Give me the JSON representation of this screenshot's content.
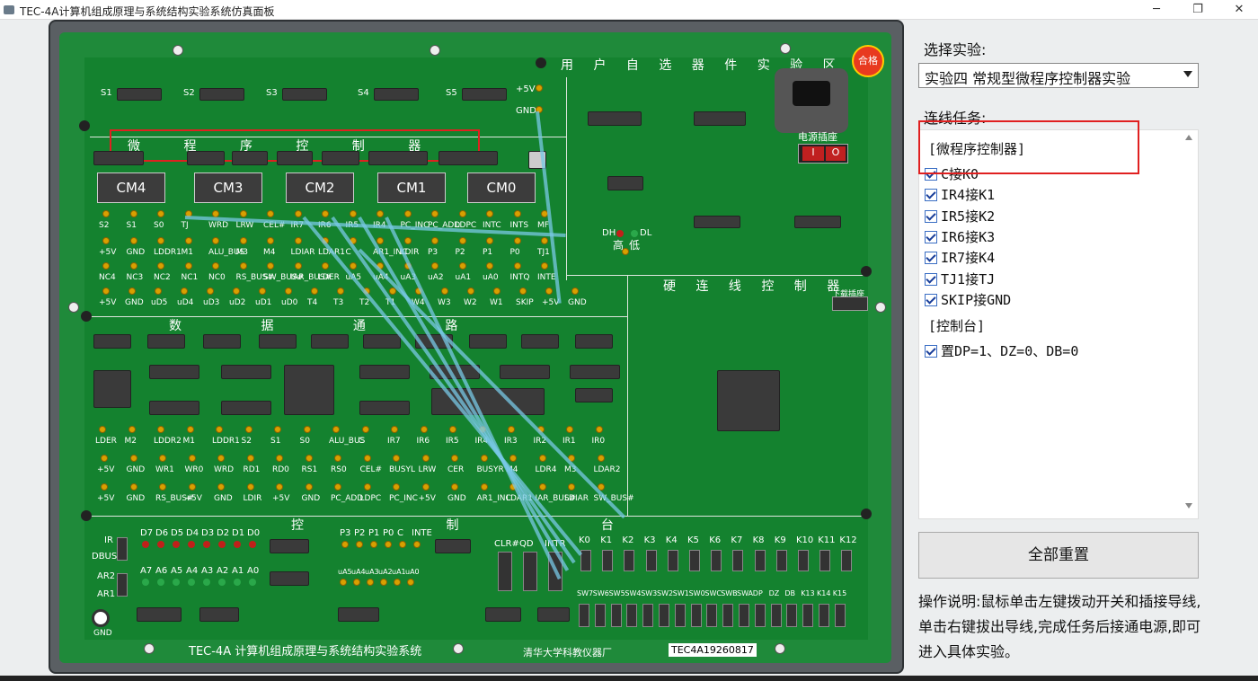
{
  "window": {
    "title": "TEC-4A计算机组成原理与系统结构实验系统仿真面板",
    "min": "─",
    "max": "❐",
    "close": "✕"
  },
  "board": {
    "sections": {
      "micro": "微 程 序 控 制 器",
      "datapath": "数 据 通 路",
      "control": "控 制 台",
      "hardwire": "硬 连 线 控 制 器",
      "user": "用 户 自 选 器 件 实 验 区"
    },
    "cm": [
      "CM4",
      "CM3",
      "CM2",
      "CM1",
      "CM0"
    ],
    "s_labels": [
      "S1",
      "S2",
      "S3",
      "S4",
      "S5"
    ],
    "row1": [
      "S2",
      "S1",
      "S0",
      "TJ",
      "WRD",
      "LRW",
      "CEL#",
      "IR7",
      "IR6",
      "IR5",
      "IR4",
      "PC_INC",
      "PC_ADD",
      "LDPC",
      "INTC",
      "INTS",
      "MF"
    ],
    "row2": [
      "+5V",
      "GND",
      "LDDR1",
      "M1",
      "ALU_BUS",
      "M3",
      "M4",
      "LDIAR",
      "LDAR1",
      "C",
      "AR1_INC",
      "LDIR",
      "P3",
      "P2",
      "P1",
      "P0",
      "TJ1"
    ],
    "row3": [
      "NC4",
      "NC3",
      "NC2",
      "NC1",
      "NC0",
      "RS_BUS#",
      "SW_BUS#",
      "IAR_BUS#",
      "LDER",
      "uA5",
      "uA4",
      "uA3",
      "uA2",
      "uA1",
      "uA0",
      "INTQ",
      "INTE"
    ],
    "row4": [
      "+5V",
      "GND",
      "uD5",
      "uD4",
      "uD3",
      "uD2",
      "uD1",
      "uD0",
      "T4",
      "T3",
      "T2",
      "T1",
      "W4",
      "W3",
      "W2",
      "W1",
      "SKIP",
      "+5V",
      "GND"
    ],
    "dp1": [
      "LDER",
      "M2",
      "LDDR2",
      "M1",
      "LDDR1",
      "S2",
      "S1",
      "S0",
      "ALU_BUS",
      "C",
      "IR7",
      "IR6",
      "IR5",
      "IR4",
      "IR3",
      "IR2",
      "IR1",
      "IR0"
    ],
    "dp2": [
      "+5V",
      "GND",
      "WR1",
      "WR0",
      "WRD",
      "RD1",
      "RD0",
      "RS1",
      "RS0",
      "CEL#",
      "BUSYL",
      "LRW",
      "CER",
      "BUSYR",
      "M4",
      "LDR4",
      "M3",
      "LDAR2"
    ],
    "dp3": [
      "+5V",
      "GND",
      "RS_BUS#",
      "+5V",
      "GND",
      "LDIR",
      "+5V",
      "GND",
      "PC_ADD",
      "LDPC",
      "PC_INC",
      "+5V",
      "GND",
      "AR1_INC",
      "LDAR1",
      "IAR_BUS#",
      "LDIAR",
      "SW_BUS#"
    ],
    "k_labels": [
      "K0",
      "K1",
      "K2",
      "K3",
      "K4",
      "K5",
      "K6",
      "K7",
      "K8",
      "K9",
      "K10",
      "K11",
      "K12"
    ],
    "sw_labels": [
      "SW7",
      "SW6",
      "SW5",
      "SW4",
      "SW3",
      "SW2",
      "SW1",
      "SW0",
      "SWC",
      "SWB",
      "SWA",
      "DP",
      "DZ",
      "DB",
      "K13",
      "K14",
      "K15"
    ],
    "d_leds": [
      "D7",
      "D6",
      "D5",
      "D4",
      "D3",
      "D2",
      "D1",
      "D0"
    ],
    "a_leds": [
      "A7",
      "A6",
      "A5",
      "A4",
      "A3",
      "A2",
      "A1",
      "A0"
    ],
    "p_labels": [
      "P3",
      "P2",
      "P1",
      "P0",
      "C",
      "INTE"
    ],
    "ua_labels": [
      "uA5",
      "uA4",
      "uA3",
      "uA2",
      "uA1",
      "uA0"
    ],
    "btns": [
      "CLR#",
      "QD",
      "INTR"
    ],
    "side": {
      "ir": "IR",
      "dbus": "DBUS",
      "ar2": "AR2",
      "ar1": "AR1",
      "gnd": "GND",
      "plus5": "+5V",
      "gndr": "GND",
      "dh": "DH",
      "dl": "DL",
      "gao": "高",
      "di": "低",
      "power": "电源插座",
      "dl_sock": "下载插座",
      "badge": "合格",
      "io_on": "I",
      "io_off": "O"
    },
    "footer": {
      "name": "TEC-4A 计算机组成原理与系统结构实验系统",
      "maker": "清华大学科教仪器厂",
      "serial": "TEC4A19260817"
    }
  },
  "panel": {
    "select_label": "选择实验:",
    "select_value": "实验四 常规型微程序控制器实验",
    "task_label": "连线任务:",
    "sections": [
      {
        "title": "[微程序控制器]",
        "items": [
          "C接K0",
          "IR4接K1",
          "IR5接K2",
          "IR6接K3",
          "IR7接K4",
          "TJ1接TJ",
          "SKIP接GND"
        ]
      },
      {
        "title": "[控制台]",
        "items": [
          "置DP=1、DZ=0、DB=0"
        ]
      }
    ],
    "reset": "全部重置",
    "help": "操作说明:鼠标单击左键拨动开关和插接导线,单击右键拔出导线,完成任务后接通电源,即可进入具体实验。"
  }
}
